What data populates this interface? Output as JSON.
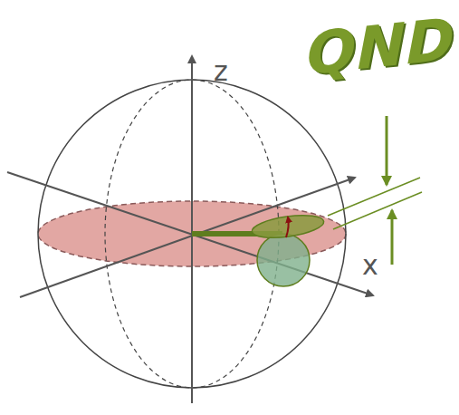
{
  "diagram": {
    "labels": [
      "QND",
      "z",
      "x"
    ]
  }
}
